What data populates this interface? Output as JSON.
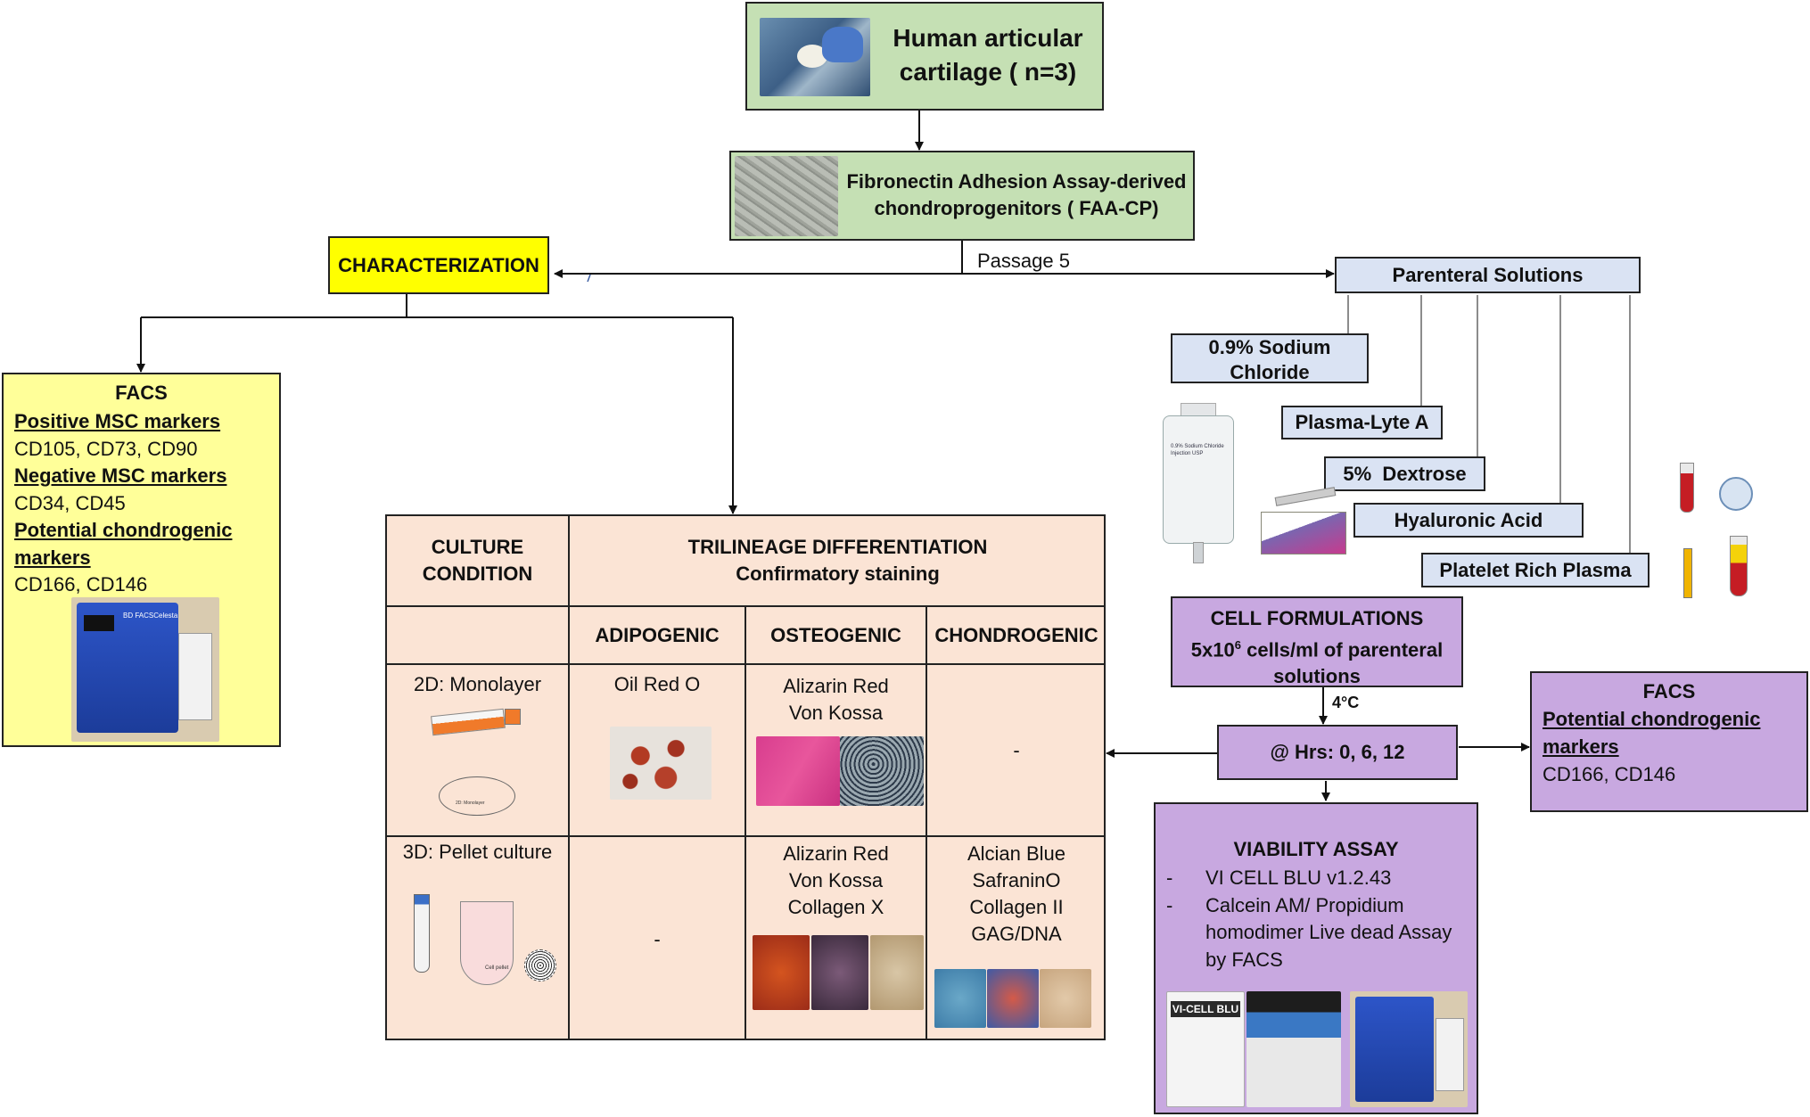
{
  "source": {
    "line1": "Human articular",
    "line2": "cartilage  ( n=3)"
  },
  "faa": {
    "line1": "Fibronectin Adhesion Assay-derived",
    "line2": "chondroprogenitors ( FAA-CP)"
  },
  "passage": "Passage 5",
  "characterization": "CHARACTERIZATION",
  "parenteral": {
    "title": "Parenteral Solutions",
    "items": [
      "0.9% Sodium Chloride",
      "Plasma-Lyte A",
      "5%  Dextrose",
      "Hyaluronic Acid",
      "Platelet Rich Plasma"
    ]
  },
  "facs_left": {
    "title": "FACS",
    "pos_head": "Positive MSC markers",
    "pos_vals": "CD105, CD73, CD90",
    "neg_head": "Negative MSC markers",
    "neg_vals": "CD34, CD45",
    "pot_head1": "Potential chondrogenic",
    "pot_head2": "markers",
    "pot_vals": "CD166, CD146"
  },
  "table": {
    "culture_header1": "CULTURE",
    "culture_header2": "CONDITION",
    "tri_header1": "TRILINEAGE DIFFERENTIATION",
    "tri_header2": "Confirmatory staining",
    "col_adipo": "ADIPOGENIC",
    "col_osteo": "OSTEOGENIC",
    "col_chondro": "CHONDROGENIC",
    "row_2d": "2D: Monolayer",
    "row_3d": "3D: Pellet culture",
    "adipo_2d": "Oil Red O",
    "osteo_2d": [
      "Alizarin Red",
      "Von Kossa"
    ],
    "chondro_2d": "-",
    "adipo_3d": "-",
    "osteo_3d": [
      "Alizarin Red",
      "Von Kossa",
      "Collagen X"
    ],
    "chondro_3d": [
      "Alcian Blue",
      "SafraninO",
      "Collagen II",
      "GAG/DNA"
    ],
    "monolayer_small": "2D: Monolayer",
    "pellet_small": "Cell pellet"
  },
  "cell_form": {
    "line1": "CELL FORMULATIONS",
    "line2_pre": "5x10",
    "line2_sup": "6",
    "line2_post": " cells/ml of parenteral",
    "line3": "solutions"
  },
  "temp": "4°C",
  "hrs": "@ Hrs: 0, 6, 12",
  "facs_right": {
    "title": "FACS",
    "head1": "Potential chondrogenic",
    "head2": "markers",
    "vals": "CD166, CD146"
  },
  "viability": {
    "title": "VIABILITY ASSAY",
    "items": [
      "VI CELL BLU v1.2.43",
      "Calcein AM/ Propidium homodimer Live dead Assay by FACS"
    ]
  },
  "machine_label": "BD FACSCelesta",
  "vicell_label": "VI-CELL BLU",
  "bag_label": "0.9% Sodium Chloride Injection USP",
  "colors": {
    "green": "#c5e0b4",
    "yellow": "#ffff00",
    "light_yellow": "#ffff99",
    "blue": "#dae3f3",
    "purple": "#c8a8e0",
    "peach": "#fbe4d5"
  }
}
